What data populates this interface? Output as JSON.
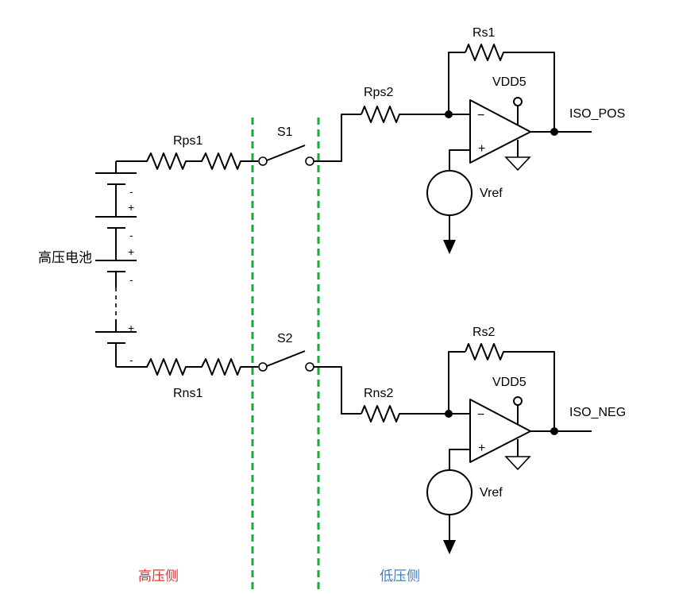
{
  "labels": {
    "rps1": "Rps1",
    "rns1": "Rns1",
    "rps2": "Rps2",
    "rns2": "Rns2",
    "rs1": "Rs1",
    "rs2": "Rs2",
    "s1": "S1",
    "s2": "S2",
    "vdd5_top": "VDD5",
    "vdd5_bottom": "VDD5",
    "vref_top": "Vref",
    "vref_bottom": "Vref",
    "iso_pos": "ISO_POS",
    "iso_neg": "ISO_NEG",
    "battery": "高压电池",
    "high_side": "高压侧",
    "low_side": "低压侧",
    "opamp_minus": "−",
    "opamp_plus": "+",
    "batt_plus": "+",
    "batt_minus": "-"
  },
  "colors": {
    "wire": "#000000",
    "boundary": "#1aaa3a",
    "high_side_text": "#e03030",
    "low_side_text": "#3d7fc4"
  }
}
